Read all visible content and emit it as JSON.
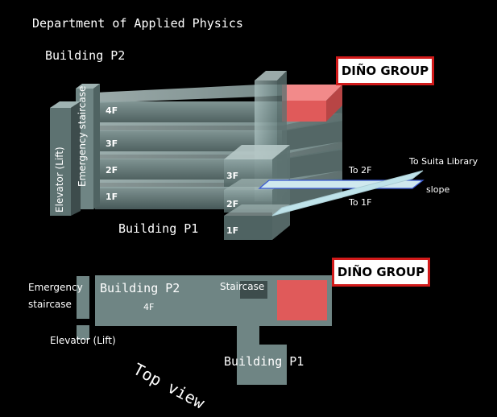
{
  "title": "Department of Applied Physics",
  "building_p2": "Building P2",
  "building_p1": "Building P1",
  "group_label": "DIÑO GROUP",
  "elevator_rotated": "Elevator (Lift)",
  "emergency_rotated": "Emergency staircase",
  "floors_p2": [
    "4F",
    "3F",
    "2F",
    "1F"
  ],
  "floors_p1": [
    "3F",
    "2F",
    "1F"
  ],
  "to_2f": "To 2F",
  "to_1f": "To 1F",
  "to_library": "To Suita Library",
  "slope": "slope",
  "top": {
    "emergency_line1": "Emergency",
    "emergency_line2": "staircase",
    "building_p2": "Building P2",
    "floor": "4F",
    "staircase": "Staircase",
    "group_label": "DIÑO GROUP",
    "elevator": "Elevator (Lift)",
    "building_p1": "Building P1",
    "view_caption": "Top view"
  },
  "colors": {
    "building": "#6f8584",
    "building_light": "#9fb3b2",
    "building_dark": "#3d4c4c",
    "highlight": "#e05a5a",
    "border_red": "#d11a1a",
    "ramp": "#bfe3ea"
  }
}
